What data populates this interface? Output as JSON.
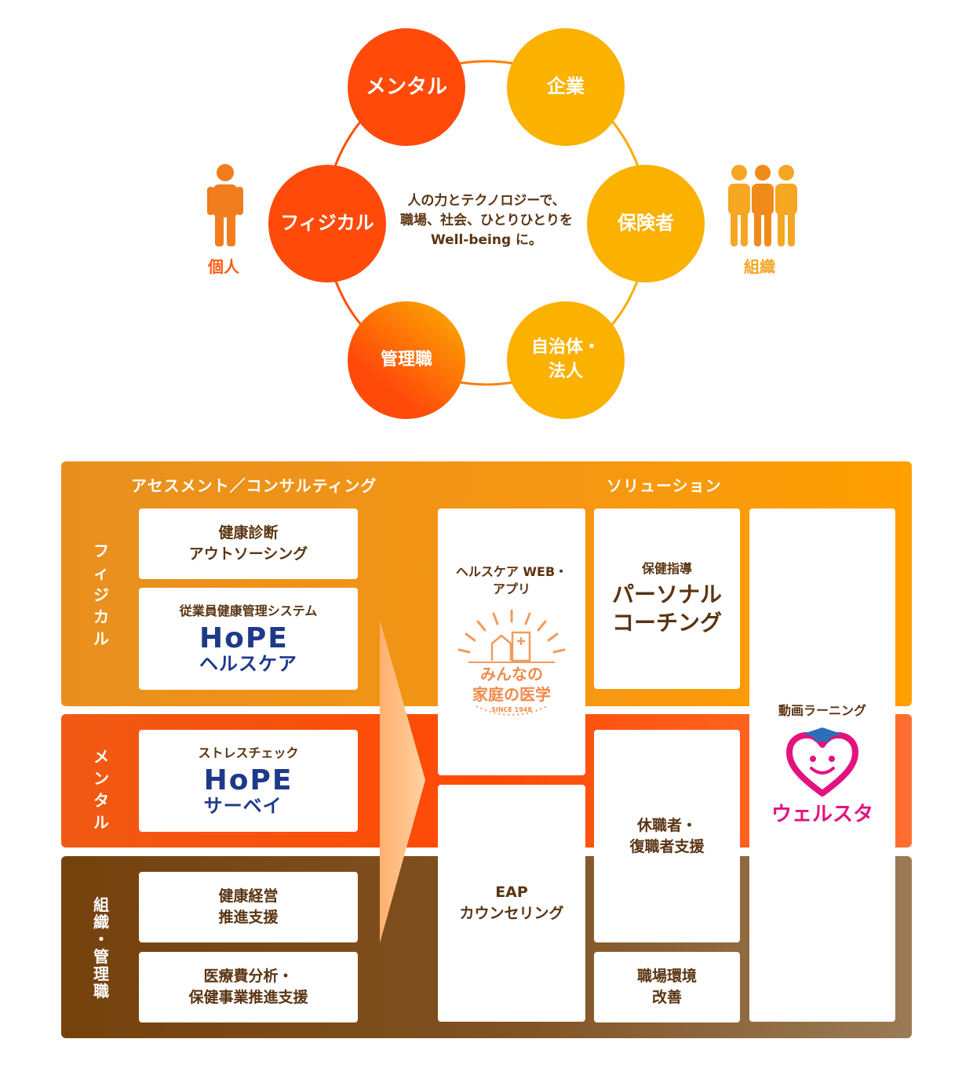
{
  "circles": {
    "mental": "メンタル",
    "company": "企業",
    "physical": "フィジカル",
    "insurer": "保険者",
    "manager": "管理職",
    "municipality": "自治体・\n法人"
  },
  "tagline": "人の力とテクノロジーで、\n職場、社会、ひとりひとりを\nWell-being に。",
  "side": {
    "individual": "個人",
    "organization": "組織"
  },
  "headers": {
    "assessment": "アセスメント／コンサルティング",
    "solution": "ソリューション"
  },
  "rows": {
    "physical": "フィジカル",
    "mental": "メンタル",
    "organization": "組\n織\n・\n管\n理\n職"
  },
  "assessment": {
    "health_check": "健康診断\nアウトソーシング",
    "hope_system_caption": "従業員健康管理システム",
    "hope_logo_main": "HoPE",
    "hope_healthcare": "ヘルスケア",
    "stress_caption": "ストレスチェック",
    "hope_survey": "サーベイ",
    "health_mgmt": "健康経営\n推進支援",
    "medical_cost": "医療費分析・\n保健事業推進支援"
  },
  "solutions": {
    "web_app_caption": "ヘルスケア WEB・\nアプリ",
    "minna_logo": "みんなの\n家庭の医学",
    "minna_since": "SINCE 1948",
    "guidance_caption": "保健指導",
    "personal_coaching": "パーソナル\nコーチング",
    "video_learning": "動画ラーニング",
    "wellsta_logo": "ウェルスタ",
    "eap": "EAP\nカウンセリング",
    "leave_support": "休職者・\n復職者支援",
    "workplace": "職場環境\n改善"
  },
  "colors": {
    "red": "#ff4a0a",
    "yellow": "#fbb100",
    "brown_text": "#5a3412",
    "hope_blue": "#1d3a8a",
    "wellsta_pink": "#e2137f"
  }
}
